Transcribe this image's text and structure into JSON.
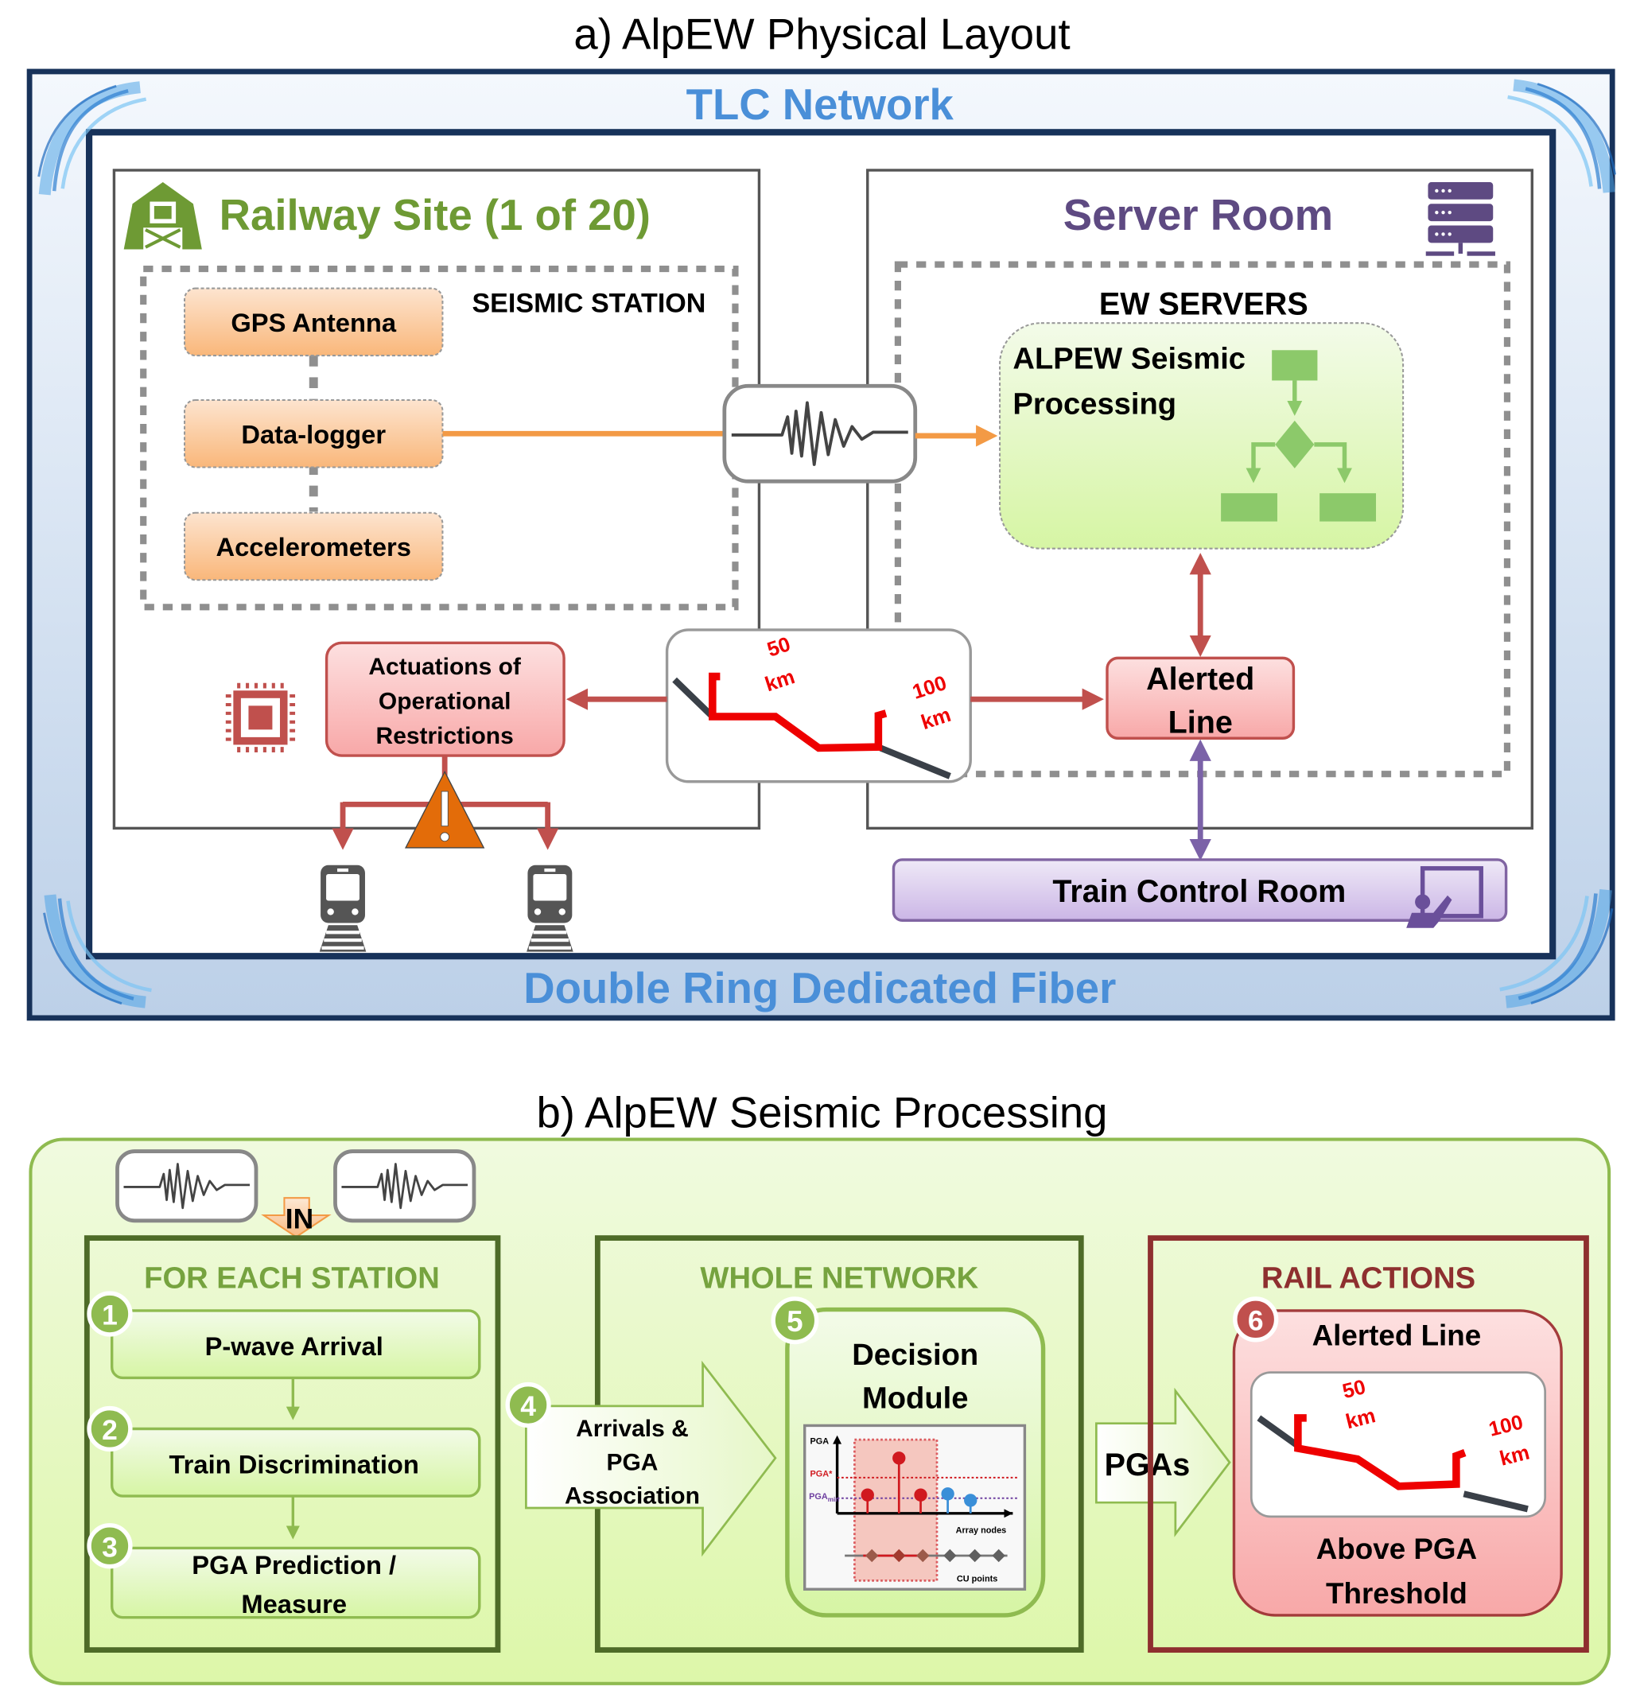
{
  "panel_a": {
    "title": "a) AlpEW Physical Layout",
    "tlc_network": "TLC Network",
    "double_ring": "Double Ring Dedicated Fiber",
    "railway_site": {
      "title": "Railway Site (1 of 20)",
      "icon": "barn-icon",
      "seismic_station": {
        "label": "SEISMIC STATION",
        "components": [
          "GPS Antenna",
          "Data-logger",
          "Accelerometers"
        ]
      },
      "actuations": [
        "Actuations of",
        "Operational",
        "Restrictions"
      ],
      "chip_icon": "chip-icon",
      "warning_icon": "warning-triangle-icon",
      "train_icon": "train-icon"
    },
    "waveform_icon": "seismic-waveform-icon",
    "map": {
      "label_50": [
        "50",
        "km"
      ],
      "label_100": [
        "100",
        "km"
      ]
    },
    "server_room": {
      "title": "Server Room",
      "icon": "server-rack-icon",
      "ew_servers": "EW SERVERS",
      "processing": [
        "ALPEW Seismic",
        "Processing"
      ],
      "flowchart_icon": "flowchart-icon",
      "alerted_line": [
        "Alerted",
        "Line"
      ]
    },
    "train_control_room": {
      "label": "Train Control Room",
      "icon": "presenter-screen-icon"
    }
  },
  "panel_b": {
    "title": "b) AlpEW Seismic Processing",
    "in_label": "IN",
    "for_each_station": {
      "title": "FOR EACH STATION",
      "steps": [
        {
          "num": "1",
          "label": [
            "P-wave Arrival"
          ]
        },
        {
          "num": "2",
          "label": [
            "Train Discrimination"
          ]
        },
        {
          "num": "3",
          "label": [
            "PGA Prediction /",
            "Measure"
          ]
        }
      ]
    },
    "association": {
      "num": "4",
      "label": [
        "Arrivals &",
        "PGA",
        "Association"
      ]
    },
    "whole_network": {
      "title": "WHOLE NETWORK",
      "num": "5",
      "module": [
        "Decision",
        "Module"
      ],
      "mini_chart": {
        "y_label": "PGA",
        "pga_star": "PGA*",
        "pga_min": "PGA",
        "pga_min_sub": "min",
        "x_label": "Array nodes",
        "cu_label": "CU points"
      }
    },
    "pgas_label": "PGAs",
    "rail_actions": {
      "title": "RAIL ACTIONS",
      "num": "6",
      "heading": "Alerted Line",
      "footer": [
        "Above PGA",
        "Threshold"
      ],
      "map": {
        "label_50": [
          "50",
          "km"
        ],
        "label_100": [
          "100",
          "km"
        ]
      }
    }
  },
  "colors": {
    "navy": "#17325a",
    "tlc_blue": "#4a8fd8",
    "green_title": "#6e9a34",
    "purple": "#5e4a82",
    "orange": "#f39a45",
    "alert_red": "#c0504d",
    "map_red": "#ee0000",
    "rail_dark": "#8e2f2f"
  }
}
